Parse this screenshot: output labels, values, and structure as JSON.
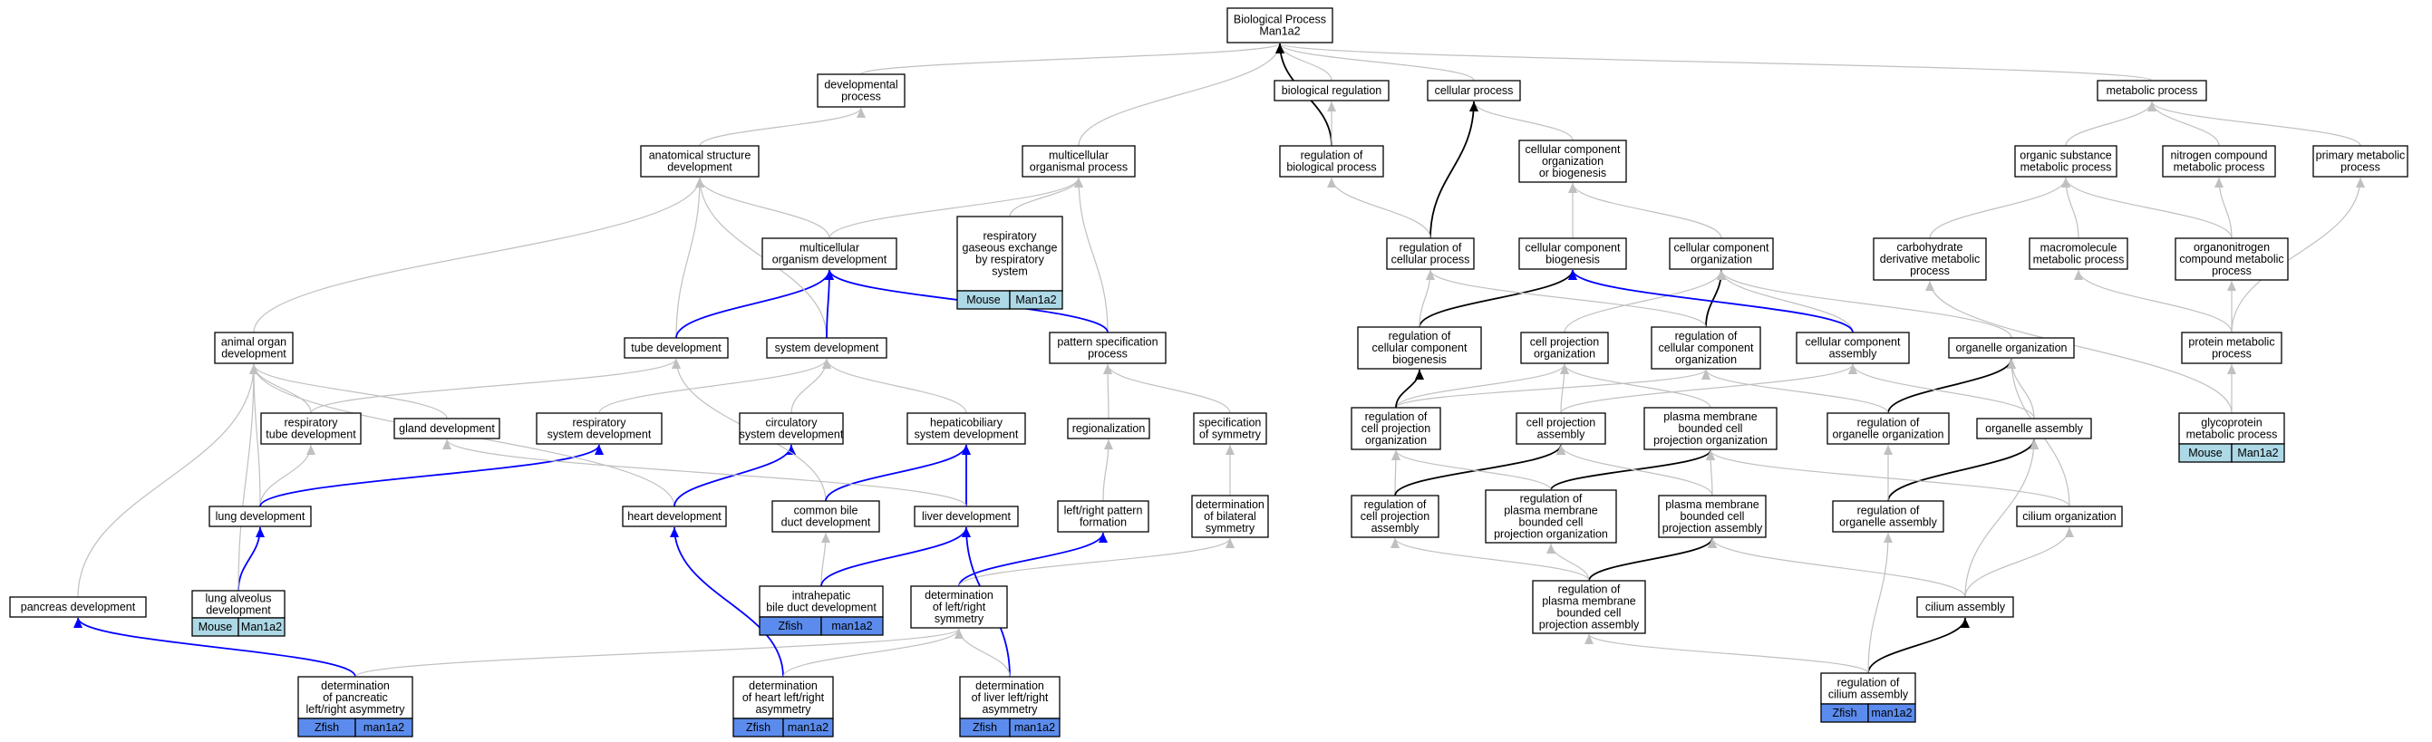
{
  "colors": {
    "edge_gray": "#c0c0c0",
    "edge_blue": "#0000ff",
    "edge_black": "#000000",
    "mouse_tag": "#add8e6",
    "zfish_tag": "#5b8ced"
  },
  "nodes": [
    {
      "id": "bp",
      "lines": [
        "Biological Process",
        "Man1a2"
      ]
    },
    {
      "id": "devp",
      "lines": [
        "developmental",
        "process"
      ]
    },
    {
      "id": "bioreg",
      "lines": [
        "biological regulation"
      ]
    },
    {
      "id": "cellp",
      "lines": [
        "cellular process"
      ]
    },
    {
      "id": "metab",
      "lines": [
        "metabolic process"
      ]
    },
    {
      "id": "anat",
      "lines": [
        "anatomical structure",
        "development"
      ]
    },
    {
      "id": "multiorg",
      "lines": [
        "multicellular",
        "organismal process"
      ]
    },
    {
      "id": "regbio",
      "lines": [
        "regulation of",
        "biological process"
      ]
    },
    {
      "id": "ccob",
      "lines": [
        "cellular component",
        "organization",
        "or biogenesis"
      ]
    },
    {
      "id": "orgsub",
      "lines": [
        "organic substance",
        "metabolic process"
      ]
    },
    {
      "id": "nitro",
      "lines": [
        "nitrogen compound",
        "metabolic process"
      ]
    },
    {
      "id": "primmet",
      "lines": [
        "primary metabolic",
        "process"
      ]
    },
    {
      "id": "multidev",
      "lines": [
        "multicellular",
        "organism development"
      ]
    },
    {
      "id": "respgas",
      "lines": [
        "respiratory",
        "gaseous exchange",
        "by respiratory",
        "system"
      ],
      "tags": [
        "Mouse",
        "Man1a2"
      ],
      "tag_color": "mouse"
    },
    {
      "id": "regcell",
      "lines": [
        "regulation of",
        "cellular process"
      ]
    },
    {
      "id": "ccbio",
      "lines": [
        "cellular component",
        "biogenesis"
      ]
    },
    {
      "id": "ccorg",
      "lines": [
        "cellular component",
        "organization"
      ]
    },
    {
      "id": "carbo",
      "lines": [
        "carbohydrate",
        "derivative metabolic",
        "process"
      ]
    },
    {
      "id": "macro",
      "lines": [
        "macromolecule",
        "metabolic process"
      ]
    },
    {
      "id": "organon",
      "lines": [
        "organonitrogen",
        "compound metabolic",
        "process"
      ]
    },
    {
      "id": "animorg",
      "lines": [
        "animal organ",
        "development"
      ]
    },
    {
      "id": "tube",
      "lines": [
        "tube development"
      ]
    },
    {
      "id": "sysdev",
      "lines": [
        "system development"
      ]
    },
    {
      "id": "patspec",
      "lines": [
        "pattern specification",
        "process"
      ]
    },
    {
      "id": "regccb",
      "lines": [
        "regulation of",
        "cellular component",
        "biogenesis"
      ]
    },
    {
      "id": "cellproj",
      "lines": [
        "cell projection",
        "organization"
      ]
    },
    {
      "id": "regcco",
      "lines": [
        "regulation of",
        "cellular component",
        "organization"
      ]
    },
    {
      "id": "ccasm",
      "lines": [
        "cellular component",
        "assembly"
      ]
    },
    {
      "id": "orgorg",
      "lines": [
        "organelle organization"
      ]
    },
    {
      "id": "protmet",
      "lines": [
        "protein metabolic",
        "process"
      ]
    },
    {
      "id": "resptube",
      "lines": [
        "respiratory",
        "tube development"
      ]
    },
    {
      "id": "gland",
      "lines": [
        "gland development"
      ]
    },
    {
      "id": "respsys",
      "lines": [
        "respiratory",
        "system development"
      ]
    },
    {
      "id": "circ",
      "lines": [
        "circulatory",
        "system development"
      ]
    },
    {
      "id": "hepato",
      "lines": [
        "hepaticobiliary",
        "system development"
      ]
    },
    {
      "id": "regionz",
      "lines": [
        "regionalization"
      ]
    },
    {
      "id": "specsym",
      "lines": [
        "specification",
        "of symmetry"
      ]
    },
    {
      "id": "regcpo",
      "lines": [
        "regulation of",
        "cell projection",
        "organization"
      ]
    },
    {
      "id": "cpasm",
      "lines": [
        "cell projection",
        "assembly"
      ]
    },
    {
      "id": "pmbcpo",
      "lines": [
        "plasma membrane",
        "bounded cell",
        "projection organization"
      ]
    },
    {
      "id": "regorgorg",
      "lines": [
        "regulation of",
        "organelle organization"
      ]
    },
    {
      "id": "orgasm",
      "lines": [
        "organelle assembly"
      ]
    },
    {
      "id": "glyco",
      "lines": [
        "glycoprotein",
        "metabolic process"
      ],
      "tags": [
        "Mouse",
        "Man1a2"
      ],
      "tag_color": "mouse"
    },
    {
      "id": "lung",
      "lines": [
        "lung development"
      ]
    },
    {
      "id": "heart",
      "lines": [
        "heart development"
      ]
    },
    {
      "id": "cbd",
      "lines": [
        "common bile",
        "duct development"
      ]
    },
    {
      "id": "liver",
      "lines": [
        "liver development"
      ]
    },
    {
      "id": "lrpat",
      "lines": [
        "left/right pattern",
        "formation"
      ]
    },
    {
      "id": "detbil",
      "lines": [
        "determination",
        "of bilateral",
        "symmetry"
      ]
    },
    {
      "id": "regcpa",
      "lines": [
        "regulation of",
        "cell projection",
        "assembly"
      ]
    },
    {
      "id": "regpmbcpo",
      "lines": [
        "regulation of",
        "plasma membrane",
        "bounded cell",
        "projection organization"
      ]
    },
    {
      "id": "pmbcpa",
      "lines": [
        "plasma membrane",
        "bounded cell",
        "projection assembly"
      ]
    },
    {
      "id": "regorgasm",
      "lines": [
        "regulation of",
        "organelle assembly"
      ]
    },
    {
      "id": "ciliorg",
      "lines": [
        "cilium organization"
      ]
    },
    {
      "id": "pancdev",
      "lines": [
        "pancreas development"
      ]
    },
    {
      "id": "lungalv",
      "lines": [
        "lung alveolus",
        "development"
      ],
      "tags": [
        "Mouse",
        "Man1a2"
      ],
      "tag_color": "mouse"
    },
    {
      "id": "ihbd",
      "lines": [
        "intrahepatic",
        "bile duct development"
      ],
      "tags": [
        "Zfish",
        "man1a2"
      ],
      "tag_color": "zfish"
    },
    {
      "id": "detlr",
      "lines": [
        "determination",
        "of left/right",
        "symmetry"
      ]
    },
    {
      "id": "regpmbcpa",
      "lines": [
        "regulation of",
        "plasma membrane",
        "bounded cell",
        "projection assembly"
      ]
    },
    {
      "id": "ciliasm",
      "lines": [
        "cilium assembly"
      ]
    },
    {
      "id": "detpanc",
      "lines": [
        "determination",
        "of pancreatic",
        "left/right asymmetry"
      ],
      "tags": [
        "Zfish",
        "man1a2"
      ],
      "tag_color": "zfish"
    },
    {
      "id": "detheart",
      "lines": [
        "determination",
        "of heart left/right",
        "asymmetry"
      ],
      "tags": [
        "Zfish",
        "man1a2"
      ],
      "tag_color": "zfish"
    },
    {
      "id": "detliver",
      "lines": [
        "determination",
        "of liver left/right",
        "asymmetry"
      ],
      "tags": [
        "Zfish",
        "man1a2"
      ],
      "tag_color": "zfish"
    },
    {
      "id": "regcilasm",
      "lines": [
        "regulation of",
        "cilium assembly"
      ],
      "tags": [
        "Zfish",
        "man1a2"
      ],
      "tag_color": "zfish"
    }
  ],
  "edges": [
    {
      "from": "devp",
      "to": "bp",
      "color": "gray"
    },
    {
      "from": "bioreg",
      "to": "bp",
      "color": "gray"
    },
    {
      "from": "cellp",
      "to": "bp",
      "color": "gray"
    },
    {
      "from": "metab",
      "to": "bp",
      "color": "gray"
    },
    {
      "from": "multiorg",
      "to": "bp",
      "color": "gray"
    },
    {
      "from": "regbio",
      "to": "bp",
      "color": "black"
    },
    {
      "from": "regbio",
      "to": "bioreg",
      "color": "gray"
    },
    {
      "from": "anat",
      "to": "devp",
      "color": "gray"
    },
    {
      "from": "multidev",
      "to": "anat",
      "color": "gray"
    },
    {
      "from": "multidev",
      "to": "multiorg",
      "color": "gray"
    },
    {
      "from": "respgas",
      "to": "multiorg",
      "color": "gray"
    },
    {
      "from": "patspec",
      "to": "multiorg",
      "color": "gray"
    },
    {
      "from": "ccob",
      "to": "cellp",
      "color": "gray"
    },
    {
      "from": "regcell",
      "to": "cellp",
      "color": "black"
    },
    {
      "from": "regcell",
      "to": "regbio",
      "color": "gray"
    },
    {
      "from": "ccbio",
      "to": "ccob",
      "color": "gray"
    },
    {
      "from": "ccorg",
      "to": "ccob",
      "color": "gray"
    },
    {
      "from": "orgsub",
      "to": "metab",
      "color": "gray"
    },
    {
      "from": "nitro",
      "to": "metab",
      "color": "gray"
    },
    {
      "from": "primmet",
      "to": "metab",
      "color": "gray"
    },
    {
      "from": "carbo",
      "to": "orgsub",
      "color": "gray"
    },
    {
      "from": "macro",
      "to": "orgsub",
      "color": "gray"
    },
    {
      "from": "organon",
      "to": "orgsub",
      "color": "gray"
    },
    {
      "from": "organon",
      "to": "nitro",
      "color": "gray"
    },
    {
      "from": "animorg",
      "to": "anat",
      "color": "gray"
    },
    {
      "from": "tube",
      "to": "anat",
      "color": "gray"
    },
    {
      "from": "tube",
      "to": "multidev",
      "color": "blue"
    },
    {
      "from": "sysdev",
      "to": "anat",
      "color": "gray"
    },
    {
      "from": "sysdev",
      "to": "multidev",
      "color": "blue"
    },
    {
      "from": "patspec",
      "to": "multidev",
      "color": "blue"
    },
    {
      "from": "regccb",
      "to": "ccbio",
      "color": "black"
    },
    {
      "from": "regccb",
      "to": "regcell",
      "color": "gray"
    },
    {
      "from": "cellproj",
      "to": "ccorg",
      "color": "gray"
    },
    {
      "from": "regcco",
      "to": "ccorg",
      "color": "black"
    },
    {
      "from": "regcco",
      "to": "regcell",
      "color": "gray"
    },
    {
      "from": "ccasm",
      "to": "ccorg",
      "color": "gray"
    },
    {
      "from": "ccasm",
      "to": "ccbio",
      "color": "blue"
    },
    {
      "from": "orgorg",
      "to": "ccorg",
      "color": "gray"
    },
    {
      "from": "protmet",
      "to": "primmet",
      "color": "gray"
    },
    {
      "from": "protmet",
      "to": "macro",
      "color": "gray"
    },
    {
      "from": "protmet",
      "to": "organon",
      "color": "gray"
    },
    {
      "from": "resptube",
      "to": "animorg",
      "color": "gray"
    },
    {
      "from": "resptube",
      "to": "tube",
      "color": "gray"
    },
    {
      "from": "gland",
      "to": "animorg",
      "color": "gray"
    },
    {
      "from": "respsys",
      "to": "sysdev",
      "color": "gray"
    },
    {
      "from": "circ",
      "to": "sysdev",
      "color": "gray"
    },
    {
      "from": "hepato",
      "to": "sysdev",
      "color": "gray"
    },
    {
      "from": "regionz",
      "to": "patspec",
      "color": "gray"
    },
    {
      "from": "specsym",
      "to": "patspec",
      "color": "gray"
    },
    {
      "from": "regcpo",
      "to": "cellproj",
      "color": "gray"
    },
    {
      "from": "regcpo",
      "to": "regcco",
      "color": "gray"
    },
    {
      "from": "regcpo",
      "to": "regccb",
      "color": "black"
    },
    {
      "from": "cpasm",
      "to": "cellproj",
      "color": "gray"
    },
    {
      "from": "cpasm",
      "to": "ccasm",
      "color": "gray"
    },
    {
      "from": "pmbcpo",
      "to": "cellproj",
      "color": "gray"
    },
    {
      "from": "regorgorg",
      "to": "orgorg",
      "color": "black"
    },
    {
      "from": "regorgorg",
      "to": "regcco",
      "color": "gray"
    },
    {
      "from": "orgasm",
      "to": "orgorg",
      "color": "gray"
    },
    {
      "from": "orgasm",
      "to": "ccasm",
      "color": "gray"
    },
    {
      "from": "glyco",
      "to": "protmet",
      "color": "gray"
    },
    {
      "from": "glyco",
      "to": "carbo",
      "color": "gray"
    },
    {
      "from": "lung",
      "to": "resptube",
      "color": "gray"
    },
    {
      "from": "lung",
      "to": "animorg",
      "color": "gray"
    },
    {
      "from": "lung",
      "to": "respsys",
      "color": "blue"
    },
    {
      "from": "heart",
      "to": "animorg",
      "color": "gray"
    },
    {
      "from": "heart",
      "to": "circ",
      "color": "blue"
    },
    {
      "from": "cbd",
      "to": "tube",
      "color": "gray"
    },
    {
      "from": "cbd",
      "to": "hepato",
      "color": "blue"
    },
    {
      "from": "liver",
      "to": "hepato",
      "color": "blue"
    },
    {
      "from": "liver",
      "to": "gland",
      "color": "gray"
    },
    {
      "from": "lrpat",
      "to": "regionz",
      "color": "gray"
    },
    {
      "from": "detbil",
      "to": "specsym",
      "color": "gray"
    },
    {
      "from": "regcpa",
      "to": "regcpo",
      "color": "gray"
    },
    {
      "from": "regcpa",
      "to": "cpasm",
      "color": "black"
    },
    {
      "from": "regpmbcpo",
      "to": "pmbcpo",
      "color": "black"
    },
    {
      "from": "regpmbcpo",
      "to": "regcpo",
      "color": "gray"
    },
    {
      "from": "pmbcpa",
      "to": "pmbcpo",
      "color": "gray"
    },
    {
      "from": "pmbcpa",
      "to": "cpasm",
      "color": "gray"
    },
    {
      "from": "regorgasm",
      "to": "orgasm",
      "color": "black"
    },
    {
      "from": "regorgasm",
      "to": "regorgorg",
      "color": "gray"
    },
    {
      "from": "ciliorg",
      "to": "orgorg",
      "color": "gray"
    },
    {
      "from": "ciliorg",
      "to": "pmbcpo",
      "color": "gray"
    },
    {
      "from": "pancdev",
      "to": "animorg",
      "color": "gray"
    },
    {
      "from": "lungalv",
      "to": "lung",
      "color": "blue"
    },
    {
      "from": "lungalv",
      "to": "animorg",
      "color": "gray"
    },
    {
      "from": "ihbd",
      "to": "cbd",
      "color": "gray"
    },
    {
      "from": "ihbd",
      "to": "liver",
      "color": "blue"
    },
    {
      "from": "detlr",
      "to": "lrpat",
      "color": "blue"
    },
    {
      "from": "detlr",
      "to": "detbil",
      "color": "gray"
    },
    {
      "from": "regpmbcpa",
      "to": "regpmbcpo",
      "color": "gray"
    },
    {
      "from": "regpmbcpa",
      "to": "pmbcpa",
      "color": "black"
    },
    {
      "from": "regpmbcpa",
      "to": "regcpa",
      "color": "gray"
    },
    {
      "from": "ciliasm",
      "to": "ciliorg",
      "color": "gray"
    },
    {
      "from": "ciliasm",
      "to": "orgasm",
      "color": "gray"
    },
    {
      "from": "ciliasm",
      "to": "pmbcpa",
      "color": "gray"
    },
    {
      "from": "detpanc",
      "to": "pancdev",
      "color": "blue"
    },
    {
      "from": "detpanc",
      "to": "detlr",
      "color": "gray"
    },
    {
      "from": "detheart",
      "to": "heart",
      "color": "blue"
    },
    {
      "from": "detheart",
      "to": "detlr",
      "color": "gray"
    },
    {
      "from": "detliver",
      "to": "liver",
      "color": "blue"
    },
    {
      "from": "detliver",
      "to": "detlr",
      "color": "gray"
    },
    {
      "from": "regcilasm",
      "to": "ciliasm",
      "color": "black"
    },
    {
      "from": "regcilasm",
      "to": "regorgasm",
      "color": "gray"
    },
    {
      "from": "regcilasm",
      "to": "regpmbcpa",
      "color": "gray"
    }
  ]
}
